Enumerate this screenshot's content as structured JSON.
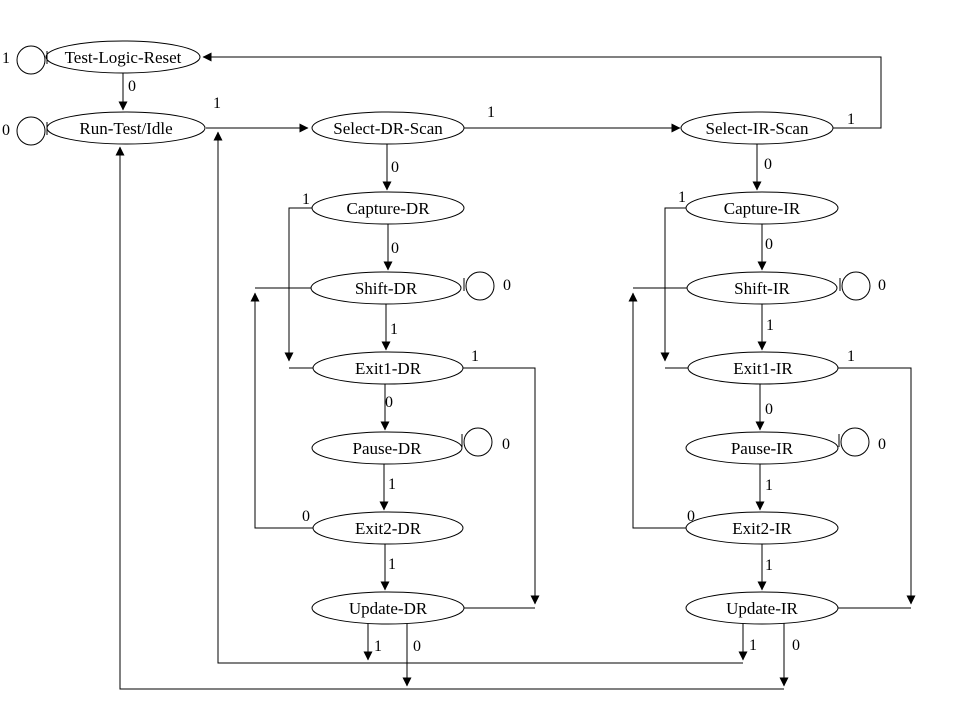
{
  "diagram": {
    "type": "state-machine",
    "colors": {
      "line": "#000000",
      "background": "#ffffff"
    }
  },
  "states": {
    "test_logic_reset": "Test-Logic-Reset",
    "run_test_idle": "Run-Test/Idle",
    "select_dr_scan": "Select-DR-Scan",
    "capture_dr": "Capture-DR",
    "shift_dr": "Shift-DR",
    "exit1_dr": "Exit1-DR",
    "pause_dr": "Pause-DR",
    "exit2_dr": "Exit2-DR",
    "update_dr": "Update-DR",
    "select_ir_scan": "Select-IR-Scan",
    "capture_ir": "Capture-IR",
    "shift_ir": "Shift-IR",
    "exit1_ir": "Exit1-IR",
    "pause_ir": "Pause-IR",
    "exit2_ir": "Exit2-IR",
    "update_ir": "Update-IR"
  },
  "edge_labels": {
    "tlr_self": "1",
    "rti_self": "0",
    "tlr_to_rti": "0",
    "rti_to_seldr": "1",
    "seldr_to_selir": "1",
    "selir_to_tlr": "1",
    "seldr_to_capdr": "0",
    "capdr_to_shiftdr": "0",
    "capdr_to_exit1dr": "1",
    "shiftdr_self": "0",
    "shiftdr_to_exit1dr": "1",
    "exit1dr_to_pausedr": "0",
    "exit1dr_to_updatedr": "1",
    "pausedr_self": "0",
    "pausedr_to_exit2dr": "1",
    "exit2dr_to_shiftdr": "0",
    "exit2dr_to_updatedr": "1",
    "updatedr_to_seldr": "1",
    "updatedr_to_rti": "0",
    "selir_to_capir": "0",
    "capir_to_shiftir": "0",
    "capir_to_exit1ir": "1",
    "shiftir_self": "0",
    "shiftir_to_exit1ir": "1",
    "exit1ir_to_pauseir": "0",
    "exit1ir_to_updateir": "1",
    "pauseir_self": "0",
    "pauseir_to_exit2ir": "1",
    "exit2ir_to_shiftir": "0",
    "exit2ir_to_updateir": "1",
    "updateir_to_seldr": "1",
    "updateir_to_rti": "0"
  }
}
